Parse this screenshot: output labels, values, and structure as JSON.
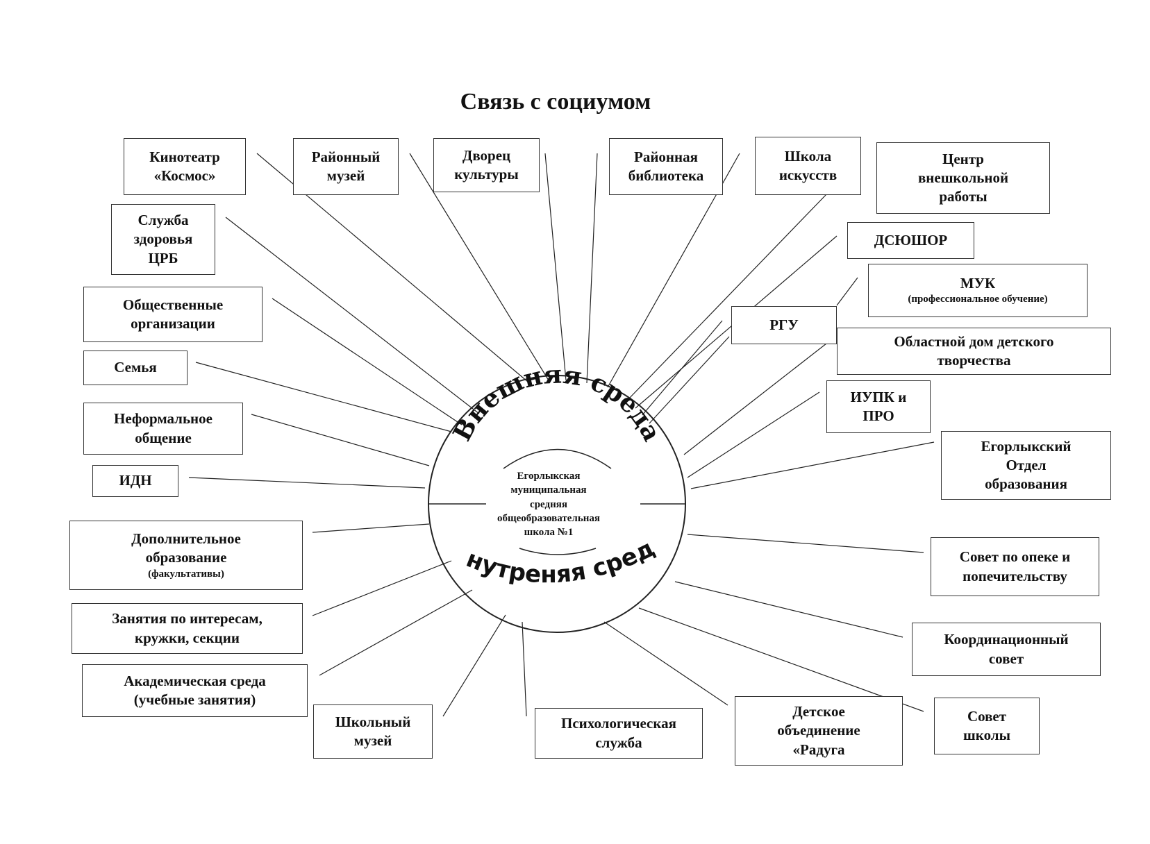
{
  "title": "Связь с социумом",
  "center": {
    "outer_label": "Внешняя среда",
    "inner_label": "Внутреняя среда",
    "school_lines": [
      "Егорлыкская",
      "муниципальная",
      "средняя",
      "общеобразовательная",
      "школа №1"
    ]
  },
  "boxes": {
    "kinoteatr": [
      "Кинотеатр",
      "«Космос»"
    ],
    "muzey_rayon": [
      "Районный",
      "музей"
    ],
    "dvorets": [
      "Дворец",
      "культуры"
    ],
    "biblioteka": [
      "Районная",
      "библиотека"
    ],
    "shkola_iskusstv": [
      "Школа",
      "искусств"
    ],
    "tsentr": [
      "Центр",
      "внешкольной",
      "работы"
    ],
    "sluzhba": [
      "Служба",
      "здоровья",
      "ЦРБ"
    ],
    "dsyushor": [
      "ДСЮШОР"
    ],
    "muk": [
      "МУК",
      "(профессиональное обучение)"
    ],
    "obshchestvennye": [
      "Общественные",
      "организации"
    ],
    "rgu": [
      "РГУ"
    ],
    "oblastnoy": [
      "Областной дом детского",
      "творчества"
    ],
    "semya": [
      "Семья"
    ],
    "iupk": [
      "ИУПК и",
      "ПРО"
    ],
    "neformalnoe": [
      "Неформальное",
      "общение"
    ],
    "egorlykskiy": [
      "Егорлыкский",
      "Отдел",
      "образования"
    ],
    "idn": [
      "ИДН"
    ],
    "dopolnitelnoe": [
      "Дополнительное",
      "образование",
      "(факультативы)"
    ],
    "sovet_opeka": [
      "Совет по опеке и",
      "попечительству"
    ],
    "zanyatiya": [
      "Занятия по интересам,",
      "кружки, секции"
    ],
    "koordinatsionny": [
      "Координационный",
      "совет"
    ],
    "akademicheskaya": [
      "Академическая среда",
      "(учебные занятия)"
    ],
    "shkolny_muzey": [
      "Школьный",
      "музей"
    ],
    "psikhologicheskaya": [
      "Психологическая",
      "служба"
    ],
    "detskoe": [
      "Детское",
      "объединение",
      "«Радуга"
    ],
    "sovet_shkoly": [
      "Совет",
      "школы"
    ]
  }
}
